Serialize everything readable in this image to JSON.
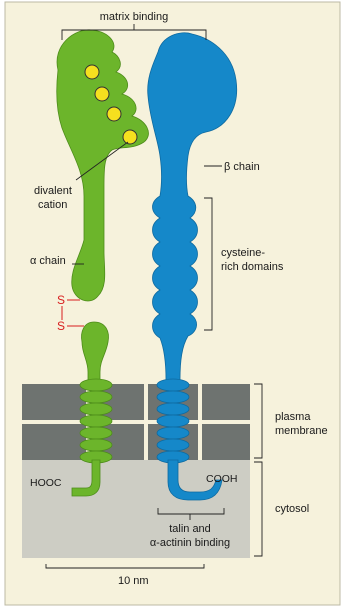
{
  "labels": {
    "matrix_binding": "matrix binding",
    "beta_chain": "β chain",
    "divalent": "divalent",
    "cation": "cation",
    "cysteine": "cysteine-",
    "rich_domains": "rich domains",
    "alpha_chain": "α chain",
    "s_top": "S",
    "s_bottom": "S",
    "plasma": "plasma",
    "membrane": "membrane",
    "hooc": "HOOC",
    "cooh": "COOH",
    "cytosol": "cytosol",
    "talin_and": "talin and",
    "actinin_binding": "α-actinin binding",
    "scale": "10 nm"
  },
  "colors": {
    "background": "#f6f2dc",
    "alpha_chain": "#6cb52b",
    "beta_chain": "#1588c9",
    "cation": "#f5e01f",
    "disulfide": "#d81e1e",
    "membrane": "#6e7370",
    "cytosol": "#cdcdc4"
  }
}
